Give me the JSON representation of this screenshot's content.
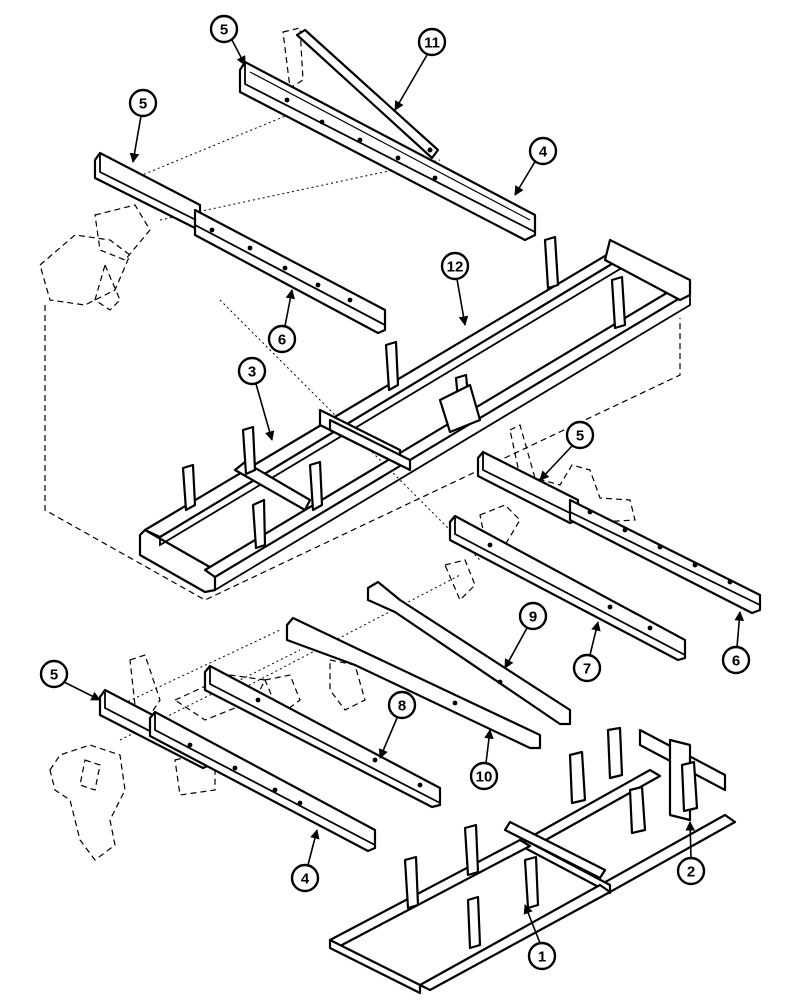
{
  "callouts": [
    {
      "id": "c5a",
      "label": "5"
    },
    {
      "id": "c11",
      "label": "11"
    },
    {
      "id": "c5b",
      "label": "5"
    },
    {
      "id": "c4a",
      "label": "4"
    },
    {
      "id": "c12",
      "label": "12"
    },
    {
      "id": "c6a",
      "label": "6"
    },
    {
      "id": "c3",
      "label": "3"
    },
    {
      "id": "c5c",
      "label": "5"
    },
    {
      "id": "c9",
      "label": "9"
    },
    {
      "id": "c7",
      "label": "7"
    },
    {
      "id": "c6b",
      "label": "6"
    },
    {
      "id": "c5d",
      "label": "5"
    },
    {
      "id": "c8",
      "label": "8"
    },
    {
      "id": "c10",
      "label": "10"
    },
    {
      "id": "c2",
      "label": "2"
    },
    {
      "id": "c4b",
      "label": "4"
    },
    {
      "id": "c1",
      "label": "1"
    }
  ]
}
